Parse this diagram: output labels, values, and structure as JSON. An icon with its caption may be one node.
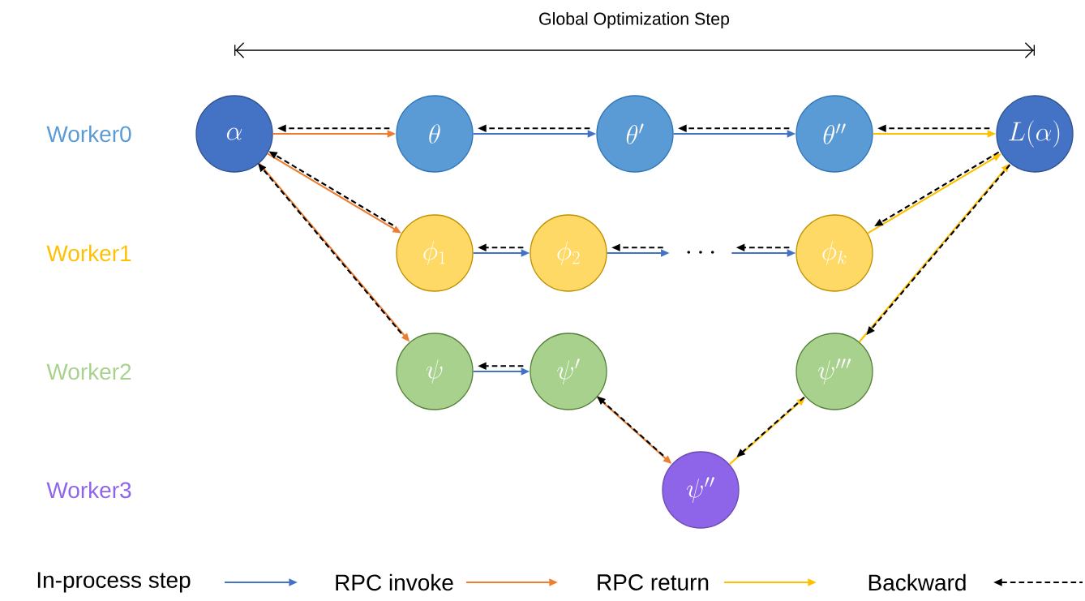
{
  "diagram": {
    "nodes": [
      {
        "text": [
          "\\alpha"
        ]
      },
      {
        "text": [
          "\\theta"
        ]
      },
      {
        "text": [
          "\\theta'"
        ]
      },
      {
        "text": [
          "\\theta''"
        ]
      },
      {
        "text": [
          "L(\\alpha)"
        ]
      },
      {
        "text": [
          "\\phi_1"
        ]
      },
      {
        "text": [
          "\\phi_2"
        ]
      },
      {
        "text": [
          "\\cdots"
        ]
      },
      {
        "text": [
          "\\phi_k"
        ]
      },
      {
        "text": [
          "\\psi"
        ]
      },
      {
        "text": [
          "\\psi'"
        ]
      },
      {
        "text": [
          "\\psi'''"
        ]
      },
      {
        "text": [
          "\\psi''"
        ]
      }
    ],
    "edges": [
      {
        "from": 0,
        "to": 1,
        "arrow": "to",
        "color": "#ed7d31"
      },
      {
        "from": 1,
        "to": 2,
        "arrow": "to",
        "color": "#4472c4"
      },
      {
        "from": 2,
        "to": 3,
        "arrow": "to",
        "color": "#4472c4"
      },
      {
        "from": 3,
        "to": 4,
        "arrow": "to",
        "color": "#ffc000"
      },
      {
        "from": 0,
        "to": 5,
        "arrow": "to",
        "color": "#ed7d31"
      },
      {
        "from": 5,
        "to": 6,
        "arrow": "to",
        "color": "#4472c4"
      },
      {
        "from": 6,
        "to": 7,
        "arrow": "to",
        "color": "#4472c4"
      },
      {
        "from": 7,
        "to": 8,
        "arrow": "to",
        "color": "#4472c4"
      },
      {
        "from": 8,
        "to": 4,
        "arrow": "to",
        "color": "#ffc000"
      },
      {
        "from": 0,
        "to": 9,
        "arrow": "to",
        "color": "#ed7d31"
      },
      {
        "from": 9,
        "to": 10,
        "arrow": "to",
        "color": "#4472c4"
      },
      {
        "from": 10,
        "to": 12,
        "arrow": "to",
        "color": "#ed7d31"
      },
      {
        "from": 12,
        "to": 11,
        "arrow": "to",
        "color": "#ffc000"
      },
      {
        "from": 11,
        "to": 4,
        "arrow": "to",
        "color": "#ffc000"
      },
      {
        "from": 1,
        "to": 0,
        "arrow": "to",
        "style": "dashed"
      },
      {
        "from": 2,
        "to": 1,
        "arrow": "to",
        "style": "dashed"
      },
      {
        "from": 3,
        "to": 2,
        "arrow": "to",
        "style": "dashed"
      },
      {
        "from": 4,
        "to": 3,
        "arrow": "to",
        "style": "dashed"
      },
      {
        "from": 5,
        "to": 0,
        "arrow": "to",
        "style": "dashed"
      },
      {
        "from": 6,
        "to": 5,
        "arrow": "to",
        "style": "dashed"
      },
      {
        "from": 7,
        "to": 6,
        "arrow": "to",
        "style": "dashed"
      },
      {
        "from": 8,
        "to": 7,
        "arrow": "to",
        "style": "dashed"
      },
      {
        "from": 4,
        "to": 8,
        "arrow": "to",
        "style": "dashed"
      },
      {
        "from": 9,
        "to": 0,
        "arrow": "to",
        "style": "dashed"
      },
      {
        "from": 10,
        "to": 9,
        "arrow": "to",
        "style": "dashed"
      },
      {
        "from": 12,
        "to": 10,
        "arrow": "to",
        "style": "dashed"
      },
      {
        "from": 11,
        "to": 12,
        "arrow": "to",
        "style": "dashed"
      },
      {
        "from": 4,
        "to": 11,
        "arrow": "to",
        "style": "dashed"
      }
    ],
    "labels": [
      "Global Optimization Step",
      "Worker0",
      "Worker1",
      "Worker2",
      "Worker3"
    ],
    "legend": [
      {
        "text": "In-process step"
      },
      {
        "text": "RPC invoke"
      },
      {
        "text": "RPC return"
      },
      {
        "text": "Backward"
      }
    ]
  }
}
